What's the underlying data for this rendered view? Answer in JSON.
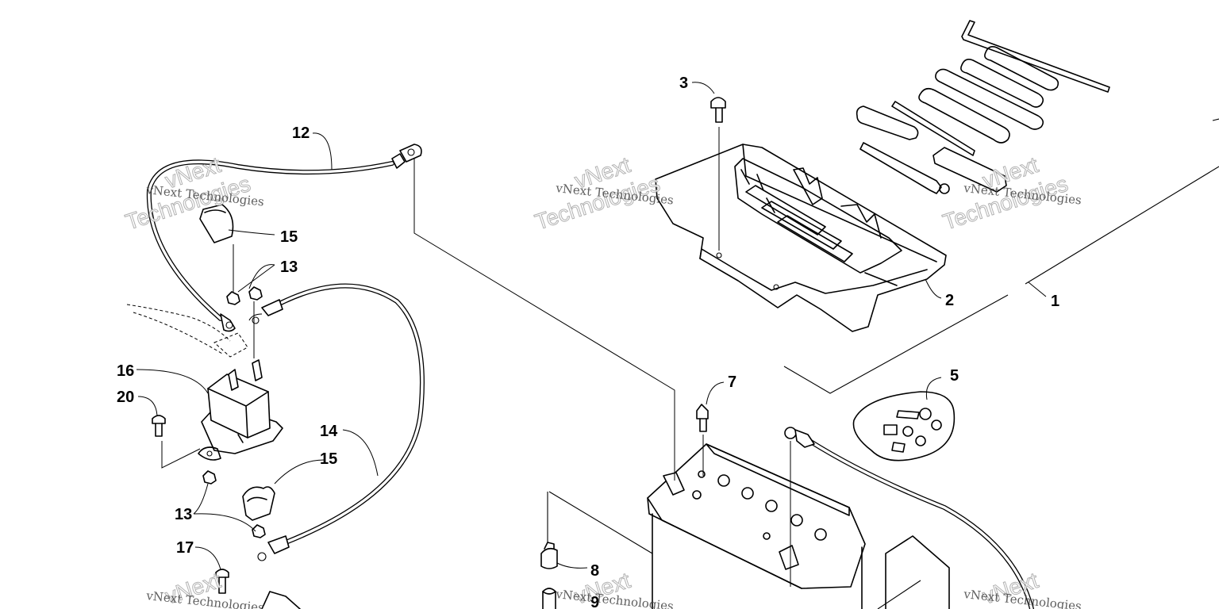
{
  "watermark": {
    "line": "vNext Technologies",
    "word_top": "vNext",
    "word_bottom": "Technologies"
  },
  "callouts": [
    {
      "id": "1",
      "label": "1"
    },
    {
      "id": "2",
      "label": "2"
    },
    {
      "id": "3",
      "label": "3"
    },
    {
      "id": "5",
      "label": "5"
    },
    {
      "id": "7",
      "label": "7"
    },
    {
      "id": "8",
      "label": "8"
    },
    {
      "id": "9",
      "label": "9"
    },
    {
      "id": "12",
      "label": "12"
    },
    {
      "id": "13a",
      "label": "13"
    },
    {
      "id": "13b",
      "label": "13"
    },
    {
      "id": "14",
      "label": "14"
    },
    {
      "id": "15a",
      "label": "15"
    },
    {
      "id": "15b",
      "label": "15"
    },
    {
      "id": "16",
      "label": "16"
    },
    {
      "id": "17",
      "label": "17"
    },
    {
      "id": "20",
      "label": "20"
    }
  ]
}
